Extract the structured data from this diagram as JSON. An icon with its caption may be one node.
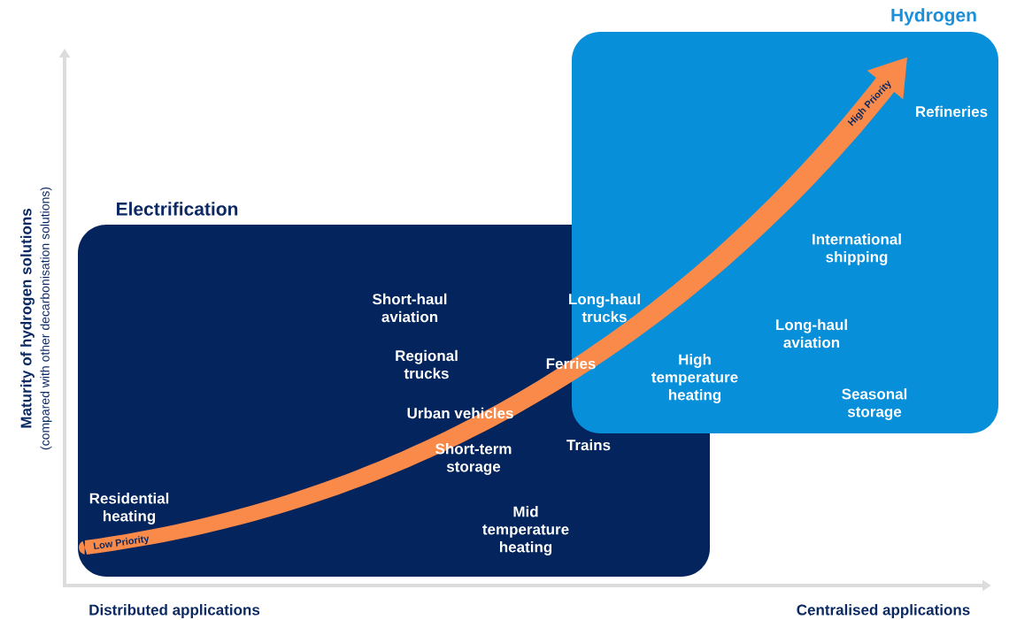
{
  "diagram": {
    "nodes": [
      {
        "text": [
          "Electrification"
        ]
      },
      {
        "text": [
          "Hydrogen"
        ]
      }
    ],
    "labels": [
      "High Priority",
      "Refineries",
      "International shipping",
      "Short-haul aviation",
      "Long-haul trucks",
      "Long-haul aviation",
      "Regional trucks",
      "Ferries",
      "High temperature heating",
      "Seasonal storage",
      "Urban vehicles",
      "Trains",
      "Short-term storage",
      "Residential heating",
      "Mid temperature heating",
      "Low Priority",
      "Maturity of hydrogen solutions",
      "(compared with other decarbonisation solutions)",
      "Distributed applications",
      "Centralised applications"
    ]
  }
}
